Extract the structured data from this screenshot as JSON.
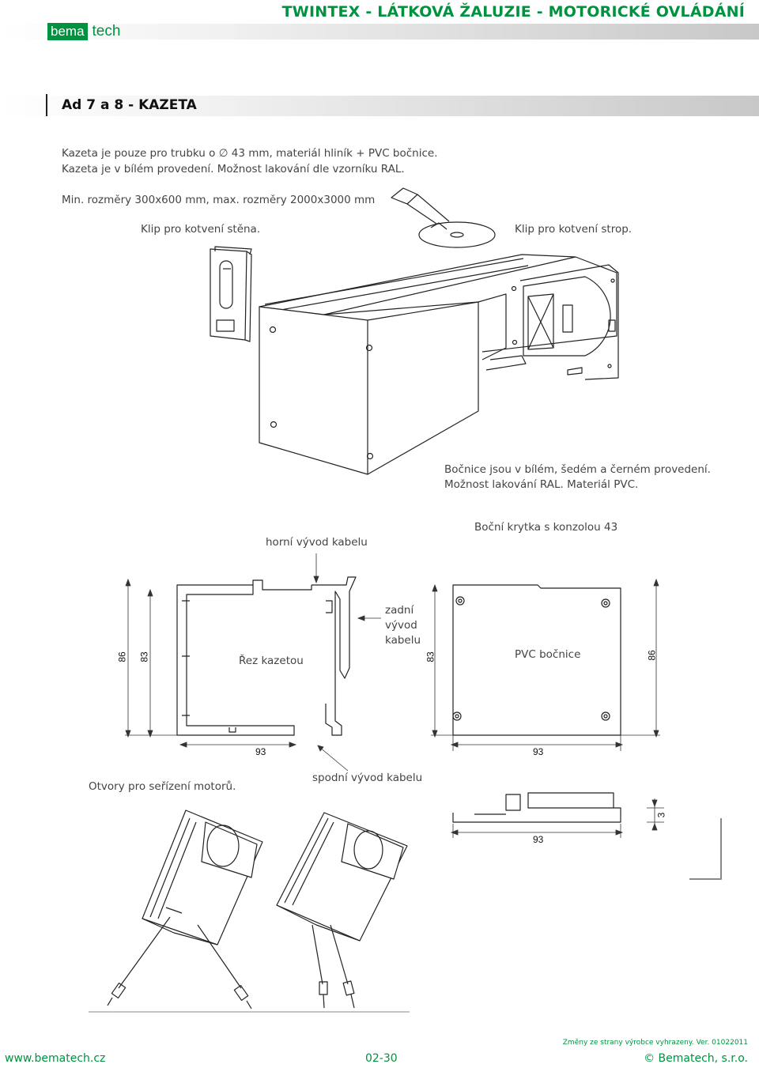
{
  "header": {
    "logo_left": "bema",
    "logo_right": "tech",
    "title": "TWINTEX - LÁTKOVÁ ŽALUZIE - MOTORICKÉ OVLÁDÁNÍ"
  },
  "section": {
    "title": "Ad 7 a 8 - KAZETA"
  },
  "intro": {
    "line1": "Kazeta je pouze pro trubku o ∅ 43 mm, materiál hliník + PVC bočnice.",
    "line2": "Kazeta je v bílém provedení. Možnost lakování dle vzorníku RAL.",
    "line3": "Min. rozměry 300x600 mm, max. rozměry 2000x3000 mm"
  },
  "labels": {
    "clip_wall": "Klip pro kotvení stěna.",
    "clip_ceiling": "Klip pro kotvení strop.",
    "sidewall_line1": "Bočnice jsou v bílém, šedém a černém provedení.",
    "sidewall_line2": "Možnost lakování RAL. Materiál PVC.",
    "top_cable": "horní vývod kabelu",
    "side_cover": "Boční krytka s konzolou 43",
    "rear_cable_1": "zadní",
    "rear_cable_2": "vývod",
    "rear_cable_3": "kabelu",
    "section_cut": "Řez kazetou",
    "pvc_sidewall": "PVC bočnice",
    "bottom_cable": "spodní vývod kabelu",
    "motor_holes": "Otvory pro seřízení motorů."
  },
  "dimensions": {
    "h86_left": "86",
    "h83_left": "83",
    "w93_left": "93",
    "h83_right": "83",
    "h86_right": "86",
    "w93_right": "93",
    "w93_bottom": "93",
    "t3": "3"
  },
  "footer": {
    "note": "Změny ze strany výrobce vyhrazeny. Ver. 01022011",
    "url": "www.bematech.cz",
    "page": "02-30",
    "copyright": "© Bematech, s.r.o."
  }
}
